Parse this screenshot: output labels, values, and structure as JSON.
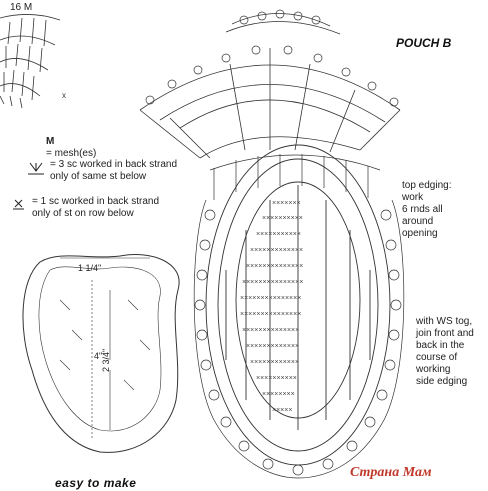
{
  "title": "POUCH B",
  "stitch_ref": "16 M",
  "legend": {
    "m_key": "M",
    "m_text": "= mesh(es)",
    "sym1_text": "= 3 sc worked in back strand\nonly of same st below",
    "sym2_text": "= 1 sc worked in back strand\nonly of st on row below"
  },
  "notes": {
    "top_edging": "top edging:\nwork\n6 rnds all\naround\nopening",
    "side_edging": "with WS tog,\njoin front and\nback in the\ncourse of\nworking\nside edging"
  },
  "dimensions": {
    "width_top": "1 1/4\"",
    "height_mid": "4\"",
    "height_low": "2 3/4\""
  },
  "watermark": "Страна Мам",
  "logo_text": "easy to make"
}
